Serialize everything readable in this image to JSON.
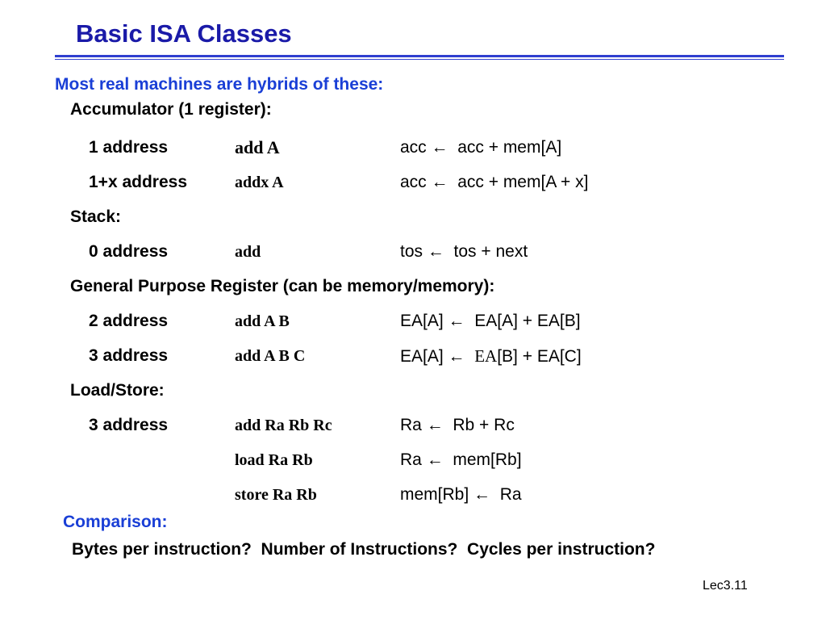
{
  "slide": {
    "title": "Basic ISA Classes",
    "subtitle": "Most real machines are hybrids of these:",
    "sections": {
      "accumulator": "Accumulator (1 register):",
      "stack": "Stack:",
      "gpr": "General Purpose Register (can be memory/memory):",
      "loadstore": "Load/Store:"
    },
    "rows": [
      {
        "addr": "1 address",
        "instr": "add A",
        "op_lhs": "acc",
        "arrow": "←",
        "op_rhs": "acc + mem[A]"
      },
      {
        "addr": "1+x address",
        "instr": "addx A",
        "op_lhs": "acc",
        "arrow": "←",
        "op_rhs": "acc + mem[A + x]"
      },
      {
        "addr": "0 address",
        "instr": "add",
        "op_lhs": "tos",
        "arrow": "←",
        "op_rhs": "tos + next"
      },
      {
        "addr": "2 address",
        "instr": "add A B",
        "op_lhs": "EA[A]",
        "arrow": "←",
        "op_rhs": "EA[A] + EA[B]"
      },
      {
        "addr": "3 address",
        "instr": "add A B C",
        "op_lhs": "EA[A]",
        "arrow": "←",
        "op_rhs_serif": "EA",
        "op_rhs": "[B] + EA[C]"
      },
      {
        "addr": "3 address",
        "instr": "add Ra Rb Rc",
        "op_lhs": "Ra",
        "arrow": "←",
        "op_rhs": "Rb + Rc"
      },
      {
        "addr": "",
        "instr": "load Ra Rb",
        "op_lhs": "Ra",
        "arrow": "←",
        "op_rhs": "mem[Rb]"
      },
      {
        "addr": "",
        "instr": "store Ra Rb",
        "op_lhs": "mem[Rb]",
        "arrow": "←",
        "op_rhs": "Ra"
      }
    ],
    "comparison_label": "Comparison:",
    "questions": "Bytes per instruction?  Number of Instructions?  Cycles per instruction?",
    "footer": "Lec3.11"
  },
  "colors": {
    "title": "#1a1aa8",
    "accent": "#1a3fd6",
    "rule": "#2f3fd0",
    "text": "#000000",
    "background": "#ffffff"
  }
}
